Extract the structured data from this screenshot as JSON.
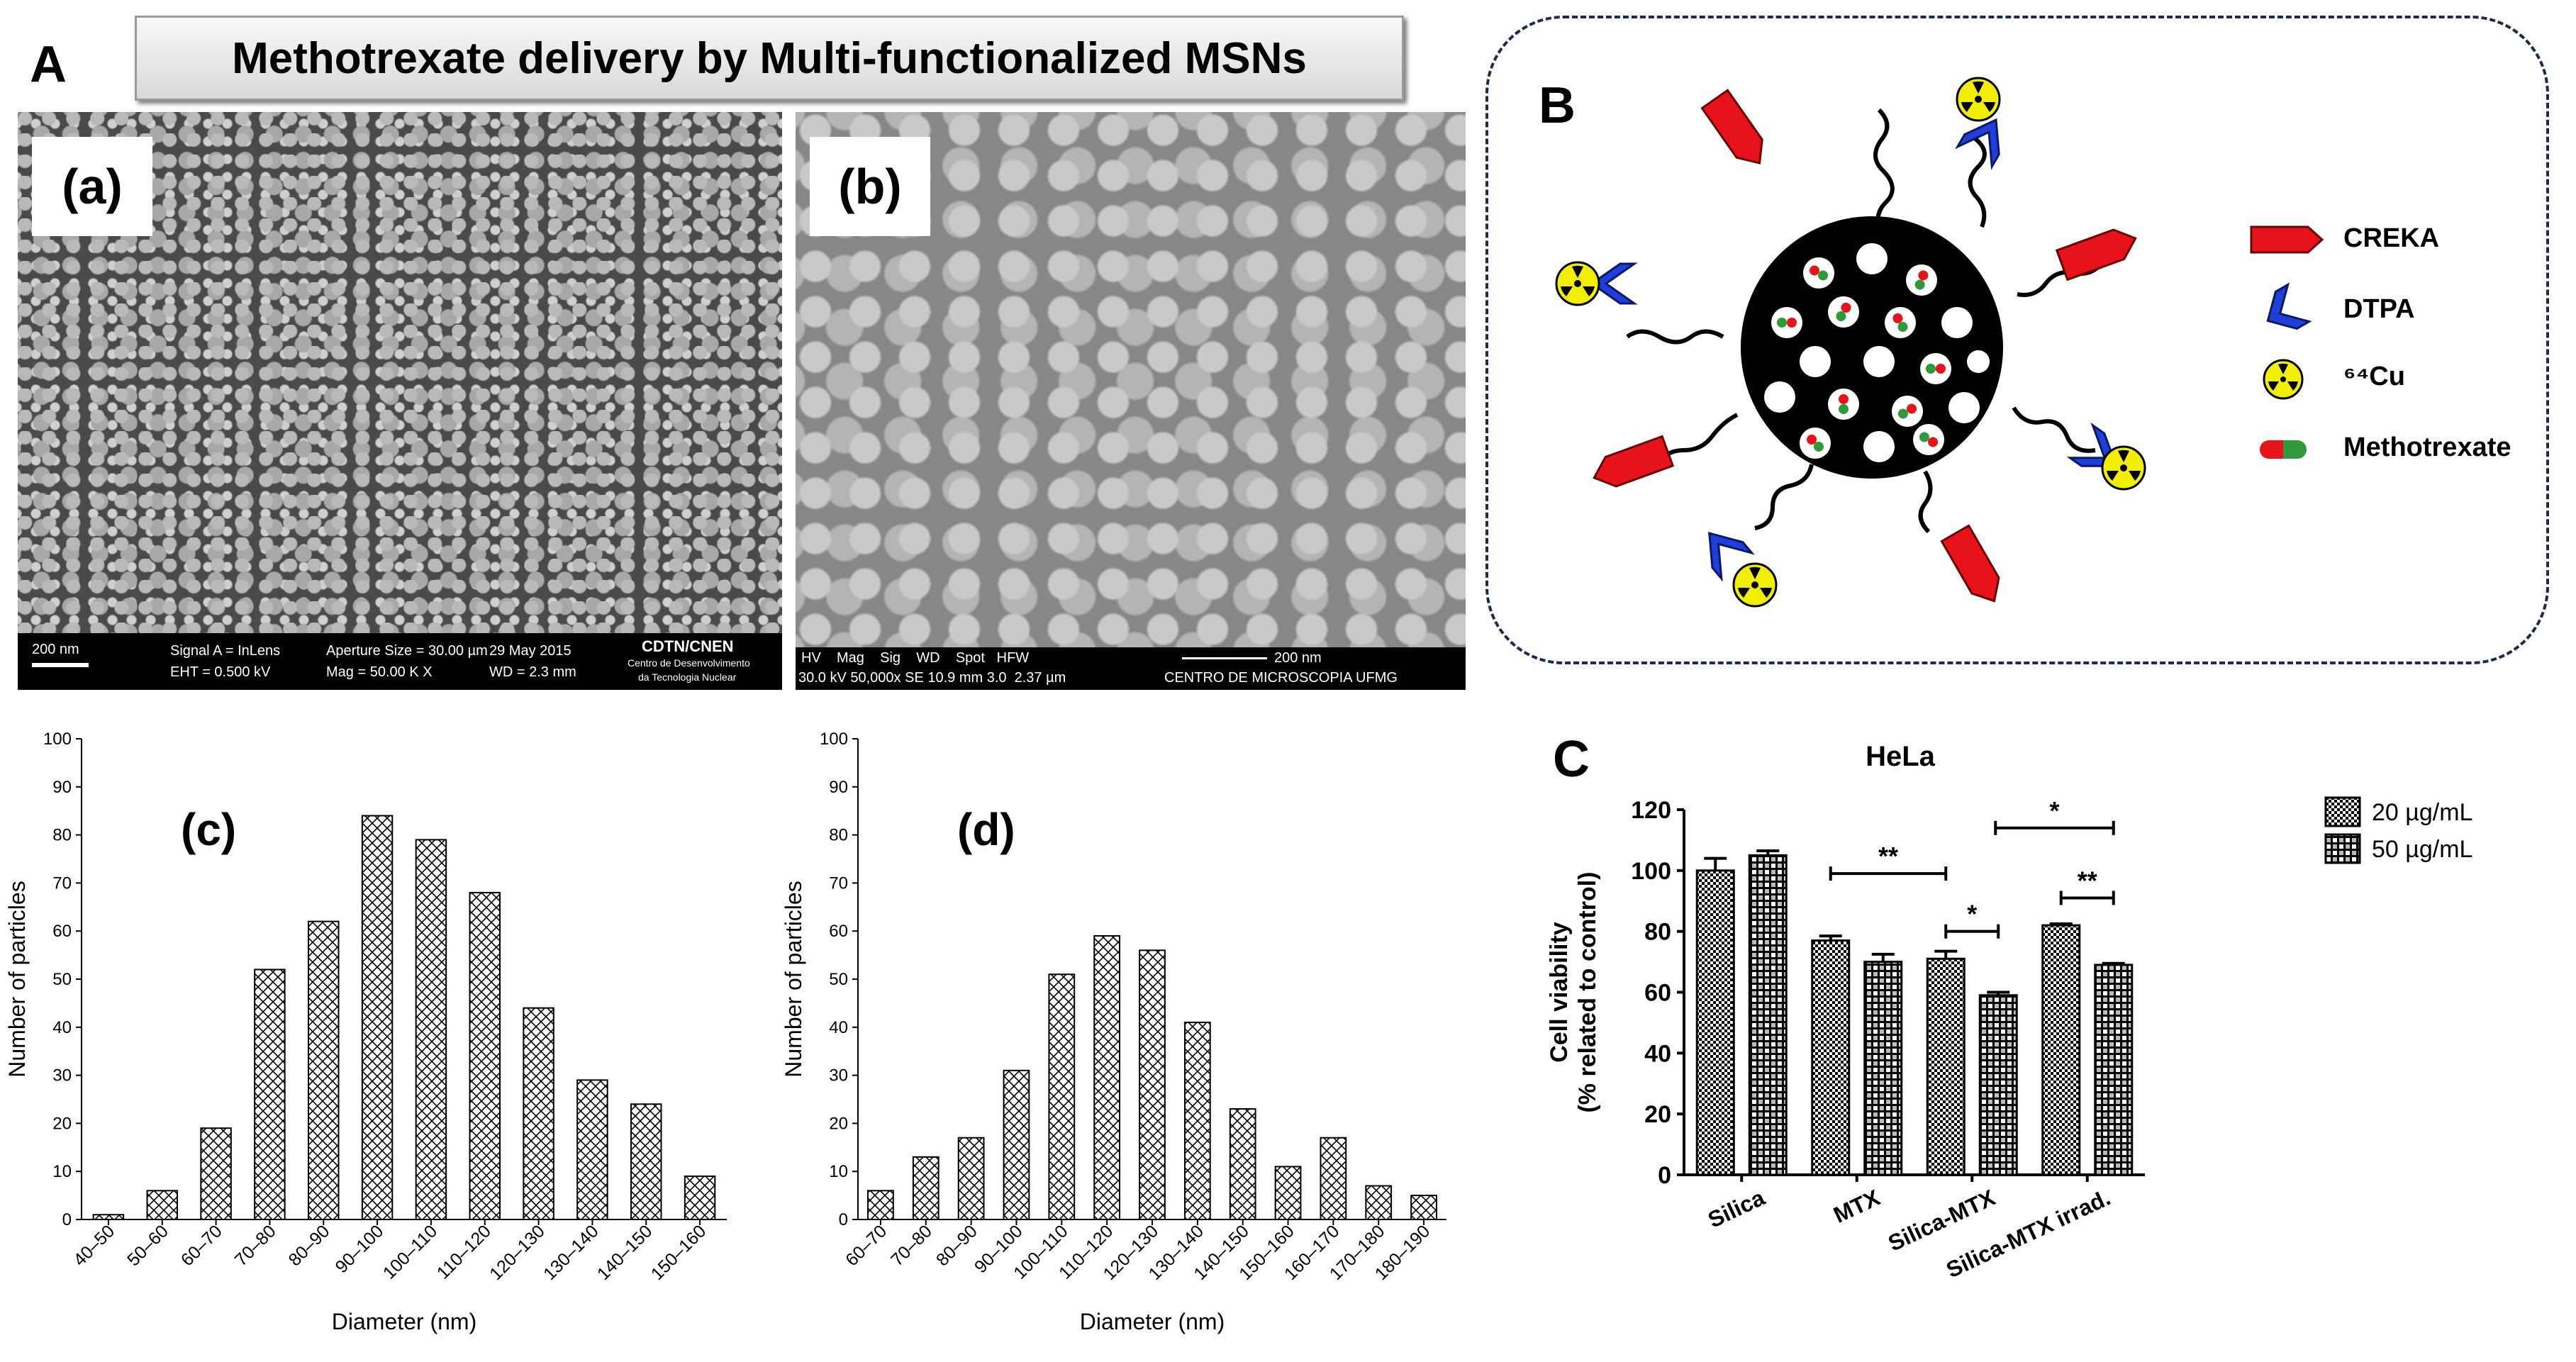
{
  "title": "Methotrexate delivery by Multi-functionalized MSNs",
  "panels": {
    "A": "A",
    "B": "B",
    "C": "C"
  },
  "sem_a": {
    "label": "(a)",
    "scale": "200 nm",
    "info1": "Signal A = InLens",
    "info2": "EHT = 0.500 kV",
    "info3": "Aperture Size = 30.00 µm",
    "info4": "Mag = 50.00 K X",
    "info5": "29 May 2015",
    "info6": "WD = 2.3 mm",
    "org1": "CDTN/CNEN",
    "org2": "Centro de Desenvolvimento",
    "org3": "da Tecnologia Nuclear"
  },
  "sem_b": {
    "label": "(b)",
    "header": "HV    Mag    Sig    WD    Spot   HFW",
    "values": "30.0 kV 50,000x SE 10.9 mm 3.0  2.37 µm",
    "scale": "200 nm",
    "org": "CENTRO DE MICROSCOPIA UFMG"
  },
  "scheme": {
    "legend": [
      {
        "label": "CREKA",
        "icon": "creka-arrow-icon",
        "color": "#e8121b"
      },
      {
        "label": "DTPA",
        "icon": "dtpa-chevron-icon",
        "color": "#1f3fd8"
      },
      {
        "label": "⁶⁴Cu",
        "icon": "radiation-icon",
        "color": "#f2ee00"
      },
      {
        "label": "Methotrexate",
        "icon": "capsule-icon",
        "color": "#2e9a3a"
      }
    ]
  },
  "chart_data": [
    {
      "type": "bar",
      "panel_label": "(c)",
      "categories": [
        "40–50",
        "50–60",
        "60–70",
        "70–80",
        "80–90",
        "90–100",
        "100–110",
        "110–120",
        "120–130",
        "130–140",
        "140–150",
        "150–160"
      ],
      "values": [
        1,
        6,
        19,
        52,
        62,
        84,
        79,
        68,
        44,
        29,
        24,
        9
      ],
      "xlabel": "Diameter (nm)",
      "ylabel": "Number of particles",
      "ylim": [
        0,
        100
      ],
      "yticks": [
        0,
        10,
        20,
        30,
        40,
        50,
        60,
        70,
        80,
        90,
        100
      ]
    },
    {
      "type": "bar",
      "panel_label": "(d)",
      "categories": [
        "60–70",
        "70–80",
        "80–90",
        "90–100",
        "100–110",
        "110–120",
        "120–130",
        "130–140",
        "140–150",
        "150–160",
        "160–170",
        "170–180",
        "180–190"
      ],
      "values": [
        6,
        13,
        17,
        31,
        51,
        59,
        56,
        41,
        23,
        11,
        17,
        7,
        5
      ],
      "xlabel": "Diameter (nm)",
      "ylabel": "Number of particles",
      "ylim": [
        0,
        100
      ],
      "yticks": [
        0,
        10,
        20,
        30,
        40,
        50,
        60,
        70,
        80,
        90,
        100
      ]
    },
    {
      "type": "bar",
      "title": "HeLa",
      "categories": [
        "Silica",
        "MTX",
        "Silica-MTX",
        "Silica-MTX irrad."
      ],
      "series": [
        {
          "name": "20 µg/mL",
          "values": [
            100,
            77,
            71,
            82
          ],
          "errors": [
            4,
            1.5,
            2.5,
            0.5
          ]
        },
        {
          "name": "50 µg/mL",
          "values": [
            105,
            70,
            59,
            69
          ],
          "errors": [
            1.5,
            2.5,
            1,
            0.5
          ]
        }
      ],
      "ylabel_line1": "Cell viability",
      "ylabel_line2": "(% related to control)",
      "ylim": [
        0,
        120
      ],
      "yticks": [
        0,
        20,
        40,
        60,
        80,
        100,
        120
      ],
      "legend_position": "top-right",
      "significance": [
        "**",
        "*",
        "*",
        "**"
      ]
    }
  ]
}
